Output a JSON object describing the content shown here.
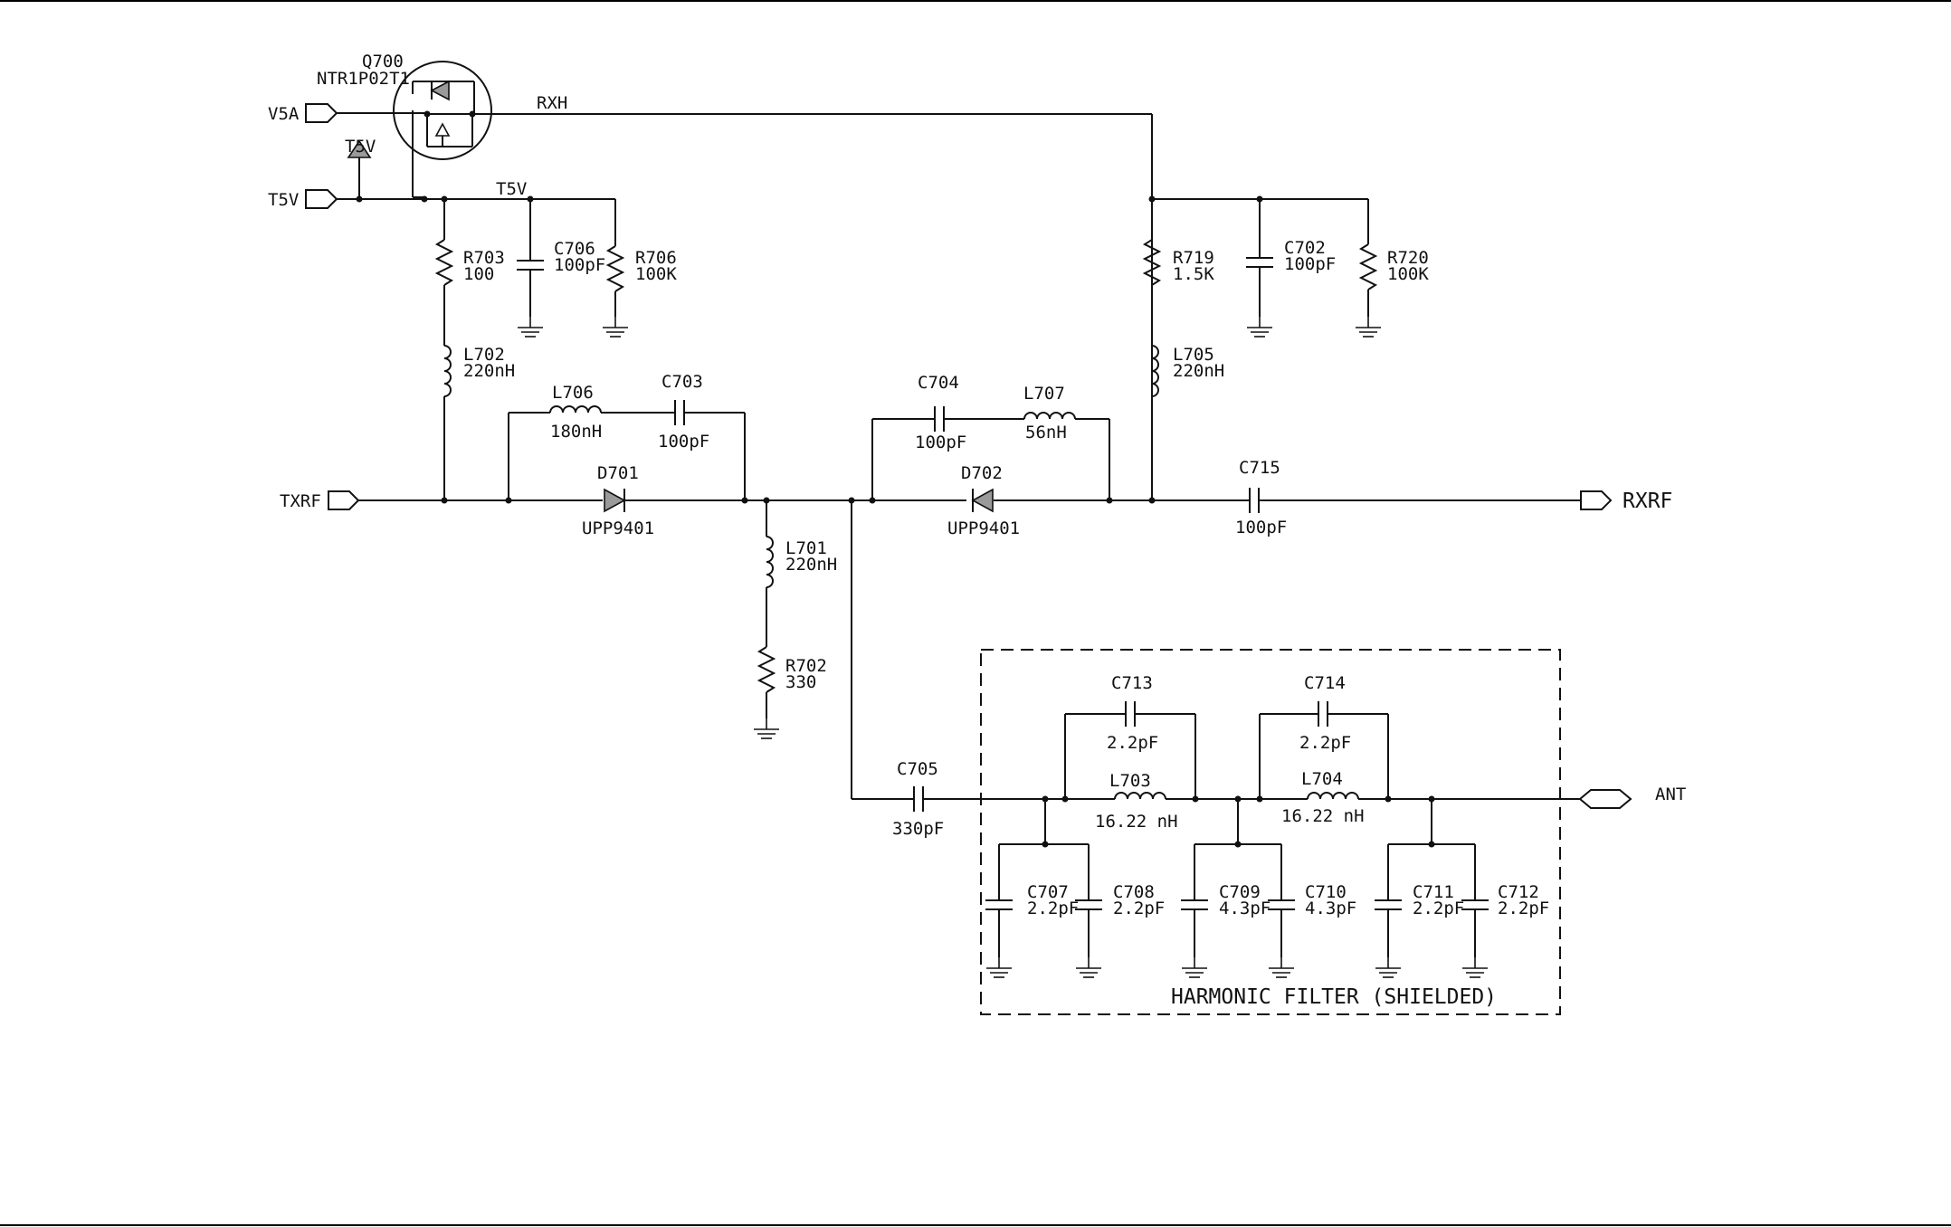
{
  "border": {
    "color": "#000000"
  },
  "ports": {
    "v5a": "V5A",
    "t5v": "T5V",
    "t5v_flag": "T5V",
    "txrf": "TXRF",
    "rxrf": "RXRF",
    "ant": "ANT",
    "rxh": "RXH",
    "t5v_net": "T5V"
  },
  "components": {
    "q700": {
      "ref": "Q700",
      "part": "NTR1P02T1"
    },
    "r703": {
      "ref": "R703",
      "value": "100"
    },
    "c706": {
      "ref": "C706",
      "value": "100pF"
    },
    "r706": {
      "ref": "R706",
      "value": "100K"
    },
    "l702": {
      "ref": "L702",
      "value": "220nH"
    },
    "l706": {
      "ref": "L706",
      "value": "180nH"
    },
    "c703": {
      "ref": "C703",
      "value": "100pF"
    },
    "d701": {
      "ref": "D701",
      "part": "UPP9401"
    },
    "l701": {
      "ref": "L701",
      "value": "220nH"
    },
    "r702": {
      "ref": "R702",
      "value": "330"
    },
    "c704": {
      "ref": "C704",
      "value": "100pF"
    },
    "l707": {
      "ref": "L707",
      "value": "56nH"
    },
    "d702": {
      "ref": "D702",
      "part": "UPP9401"
    },
    "r719": {
      "ref": "R719",
      "value": "1.5K"
    },
    "c702": {
      "ref": "C702",
      "value": "100pF"
    },
    "r720": {
      "ref": "R720",
      "value": "100K"
    },
    "l705": {
      "ref": "L705",
      "value": "220nH"
    },
    "c715": {
      "ref": "C715",
      "value": "100pF"
    },
    "c705": {
      "ref": "C705",
      "value": "330pF"
    },
    "c713": {
      "ref": "C713",
      "value": "2.2pF"
    },
    "c714": {
      "ref": "C714",
      "value": "2.2pF"
    },
    "l703": {
      "ref": "L703",
      "value": "16.22 nH"
    },
    "l704": {
      "ref": "L704",
      "value": "16.22 nH"
    },
    "c707": {
      "ref": "C707",
      "value": "2.2pF"
    },
    "c708": {
      "ref": "C708",
      "value": "2.2pF"
    },
    "c709": {
      "ref": "C709",
      "value": "4.3pF"
    },
    "c710": {
      "ref": "C710",
      "value": "4.3pF"
    },
    "c711": {
      "ref": "C711",
      "value": "2.2pF"
    },
    "c712": {
      "ref": "C712",
      "value": "2.2pF"
    }
  },
  "filter_box": {
    "label": "HARMONIC FILTER (SHIELDED)"
  }
}
